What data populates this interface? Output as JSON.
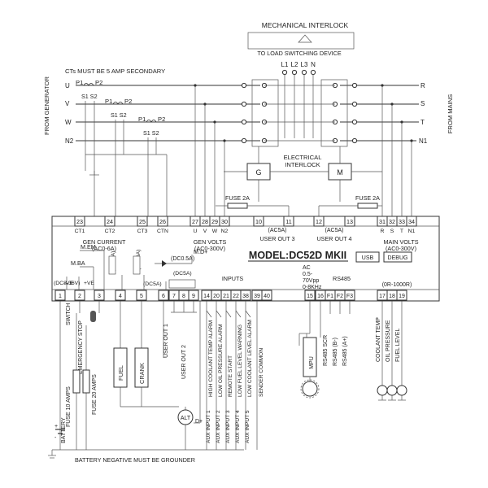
{
  "title": "MODEL:DC52D MKII",
  "top": {
    "mechanical_interlock": "MECHANICAL INTERLOCK",
    "to_load": "TO LOAD SWITCHING DEVICE",
    "load_lines": [
      "L1",
      "L2",
      "L3",
      "N"
    ],
    "cts_note": "CTs MUST BE 5 AMP SECONDARY",
    "from_generator": "FROM GENERATOR",
    "from_mains": "FROM MAINS",
    "gen_phases": [
      "U",
      "V",
      "W",
      "N2"
    ],
    "mains_phases": [
      "R",
      "S",
      "T",
      "N1"
    ],
    "electrical_interlock": [
      "ELECTRICAL",
      "INTERLOCK"
    ],
    "contactor_g": "G",
    "contactor_m": "M",
    "fuse_left": "FUSE 2A",
    "fuse_right": "FUSE 2A",
    "ct_p1": "P1",
    "ct_p2": "P2",
    "ct_s1s2": "S1 S2"
  },
  "top_terminals": [
    {
      "n": "23",
      "sub": "CT1"
    },
    {
      "n": "24",
      "sub": "CT2"
    },
    {
      "n": "25",
      "sub": "CT3"
    },
    {
      "n": "26",
      "sub": "CTN"
    },
    {
      "n": "27",
      "sub": "U"
    },
    {
      "n": "28",
      "sub": "V"
    },
    {
      "n": "29",
      "sub": "W"
    },
    {
      "n": "30",
      "sub": "N2"
    },
    {
      "n": "10",
      "sub": ""
    },
    {
      "n": "11",
      "sub": ""
    },
    {
      "n": "12",
      "sub": ""
    },
    {
      "n": "13",
      "sub": ""
    },
    {
      "n": "31",
      "sub": "R"
    },
    {
      "n": "32",
      "sub": "S"
    },
    {
      "n": "33",
      "sub": "T"
    },
    {
      "n": "34",
      "sub": "N1"
    }
  ],
  "bottom_terminals": [
    "1",
    "2",
    "3",
    "4",
    "5",
    "6",
    "7",
    "8",
    "9",
    "14",
    "20",
    "21",
    "22",
    "38",
    "39",
    "40",
    "15",
    "16",
    "F1",
    "F2",
    "F3",
    "17",
    "18",
    "19"
  ],
  "module": {
    "gen_current": [
      "GEN CURRENT",
      "(AC0-6A)"
    ],
    "gen_volts": [
      "GEN VOLTS",
      "(AC0-300V)"
    ],
    "user_out_3": "USER OUT 3",
    "user_out_4": "USER OUT 4",
    "ac5a_3": "(AC5A)",
    "ac5a_4": "(AC5A)",
    "main_volts": [
      "MAIN VOLTS",
      "(AC0-300V)"
    ],
    "m_em": "M.EM",
    "m_ba": "M.BA",
    "m_d": "M.D+",
    "dc16a": "(DC16A)",
    "dc16a_2": "(DC16A)",
    "dc05a": "(DC0.5A)",
    "dc5a_a": "(DC5A)",
    "dc5a_b": "(DC5A)",
    "dc8_36": "(DC8-36V)",
    "minus_ve": "-VE",
    "plus_ve": "+VE",
    "inputs": "INPUTS",
    "ac_spec": [
      "AC",
      "0.5-",
      "70Vpp",
      "0-8KHz"
    ],
    "rs485": "RS485",
    "r_range": "(0R-1000R)",
    "usb": "USB",
    "debug": "DEBUG"
  },
  "bottom": {
    "switch": "SWITCH",
    "emergency_stop": "EMERGENCY STOP",
    "fuse10": "FUSE 10 AMPS",
    "fuse20": "FUSE 20 AMPS",
    "fuel": "FUEL",
    "crank": "CRANK",
    "user_out_1": "USER OUT 1",
    "user_out_2": "USER OUT 2",
    "input_labels": [
      "HIGH COOLANT TEMP ALARM",
      "LOW OIL PRESSURE ALARM",
      "REMOTE START",
      "LOW FUEL LEVEL WARNING",
      "LOW COOLANT LEVEL ALARM",
      "SENDER COMMON"
    ],
    "aux_inputs": [
      "AUX INPUT 1",
      "AUX INPUT 2",
      "AUX INPUT 3",
      "AUX INPUT 4",
      "AUX INPUT 5"
    ],
    "mpu": "MPU",
    "rs485_labels": [
      "RS485 SCR",
      "RS485 (B-)",
      "RS485 (A+)"
    ],
    "sensor_labels": [
      "COOLANT TEMP",
      "OIL PRESSURE",
      "FUEL LEVEL"
    ],
    "alt": "ALT",
    "d_plus": "D+",
    "battery": "BATTERY",
    "ground_note": "BATTERY NEGATIVE MUST BE GROUNDER",
    "plus": "+",
    "minus": "-"
  }
}
